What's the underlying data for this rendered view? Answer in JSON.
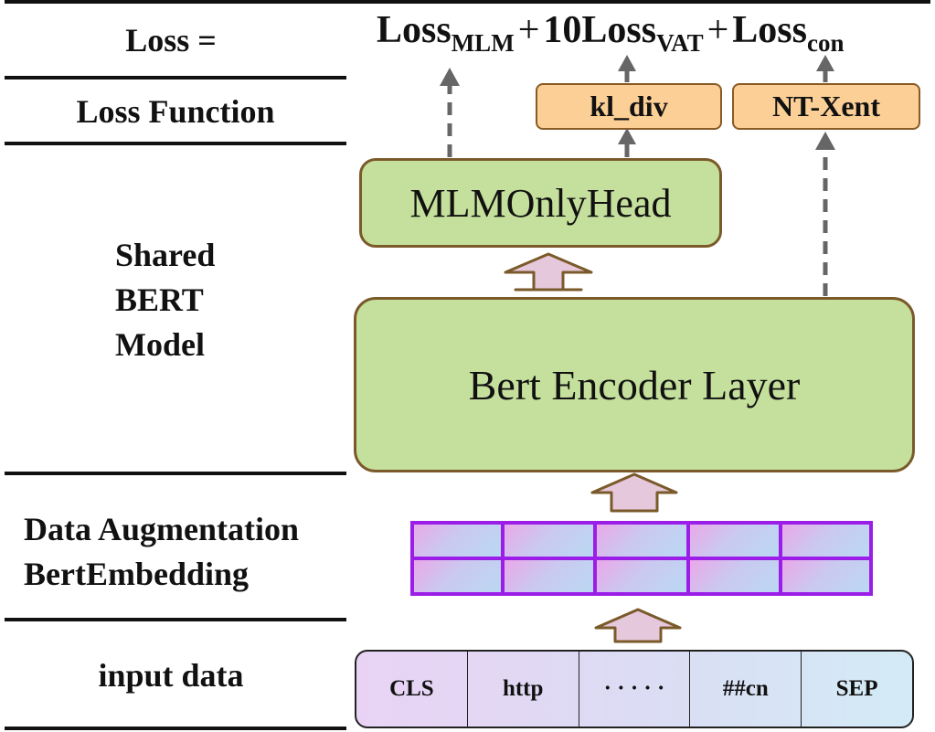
{
  "rows": {
    "loss_label": "Loss =",
    "loss_function_label": "Loss Function",
    "shared_model_label": [
      "Shared",
      "BERT",
      "Model"
    ],
    "augmentation_label": [
      "Data Augmentation",
      "BertEmbedding"
    ],
    "input_label": "input data"
  },
  "formula": {
    "term1": "Loss",
    "term1_sub": "MLM",
    "plus1": "+",
    "term2_coef": "10",
    "term2": "Loss",
    "term2_sub": "VAT",
    "plus2": "+",
    "term3": "Loss",
    "term3_sub": "con"
  },
  "loss_functions": {
    "kl_div": "kl_div",
    "nt_xent": "NT-Xent"
  },
  "model": {
    "head": "MLMOnlyHead",
    "encoder": "Bert Encoder Layer"
  },
  "embedding_grid": {
    "rows": 2,
    "cols": 5
  },
  "tokens": [
    "CLS",
    "http",
    "· · · · ·",
    "##cn",
    "SEP"
  ],
  "colors": {
    "green_box": "#c5e09c",
    "orange_box": "#fbcf95",
    "grid_border": "#9b1ee8",
    "arrow_fill": "#e6c8dc",
    "arrow_stroke": "#7a5a2a",
    "dashed_arrow": "#666666"
  }
}
